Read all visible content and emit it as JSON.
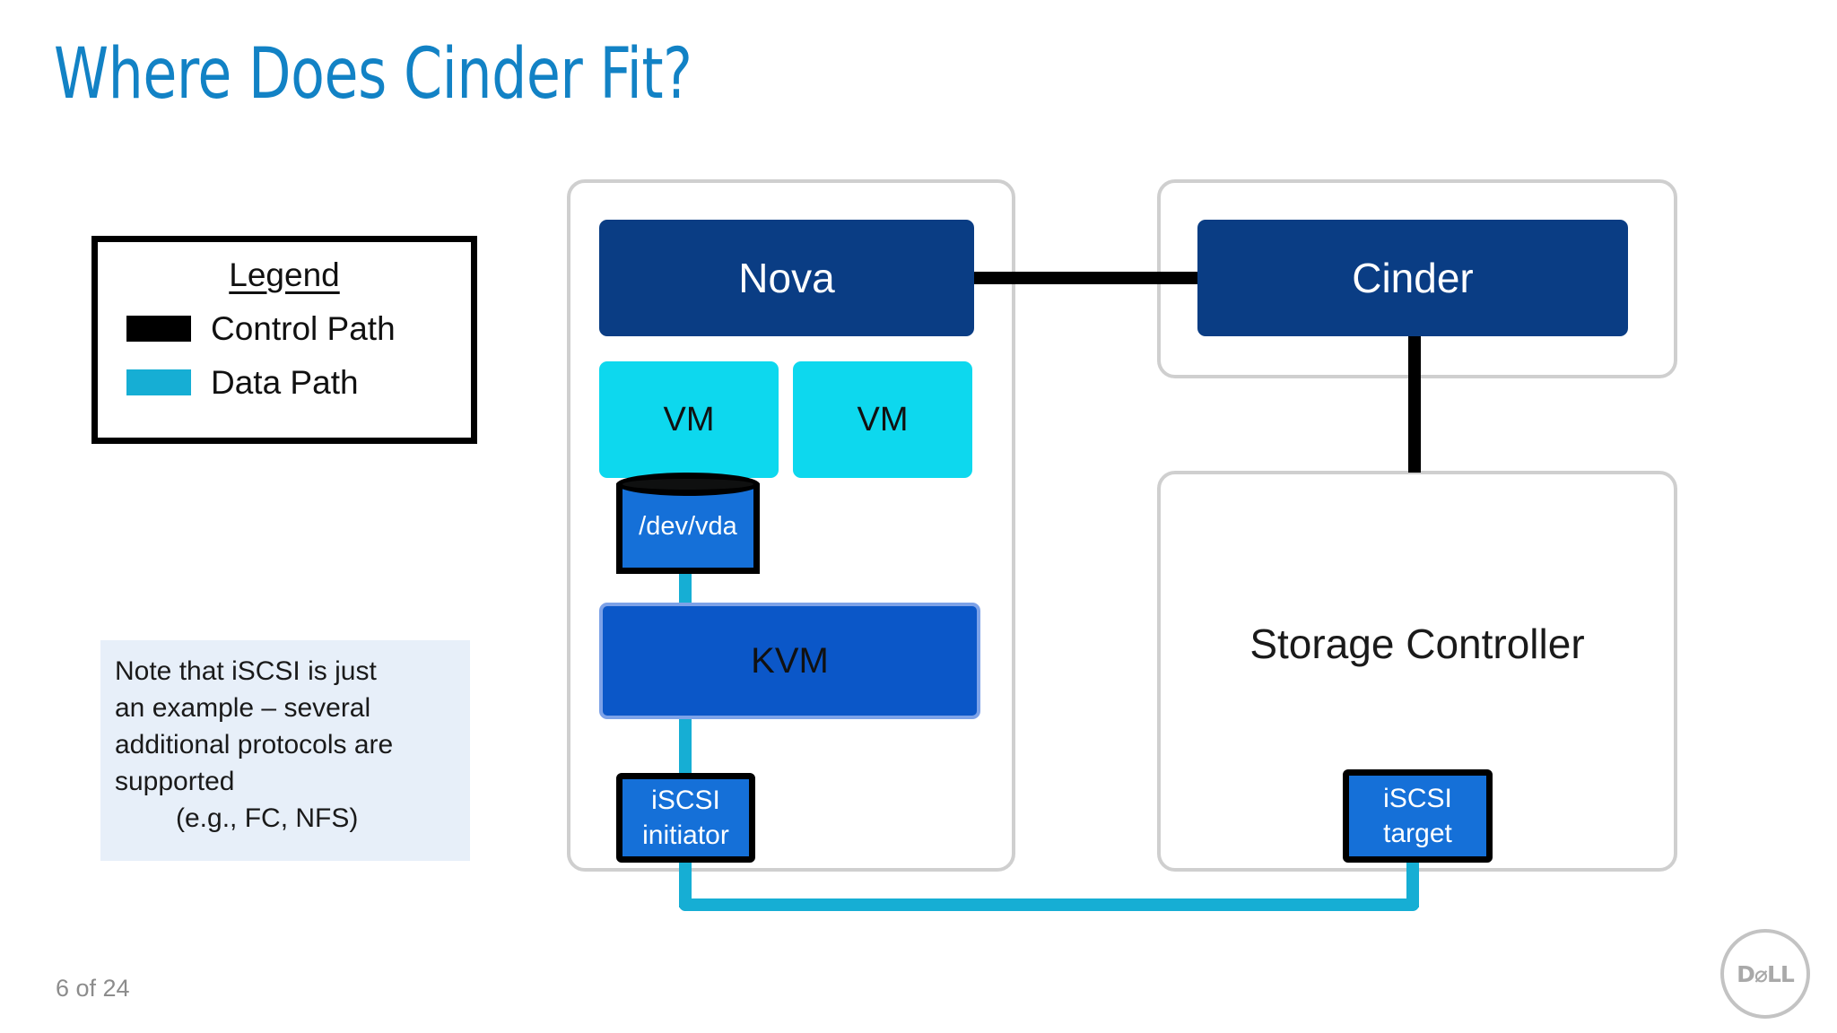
{
  "slide": {
    "title": "Where Does Cinder Fit?",
    "title_color": "#1282c5",
    "page_number": "6 of 24",
    "brand_logo_text": "D⌀LL"
  },
  "legend": {
    "title": "Legend",
    "items": [
      {
        "label": "Control Path",
        "color": "#000000"
      },
      {
        "label": "Data Path",
        "color": "#16aed4"
      }
    ]
  },
  "note": {
    "background_color": "#e7eff9",
    "lines": [
      "Note that iSCSI is just",
      "an example – several",
      "additional protocols are",
      "supported",
      "(e.g., FC, NFS)"
    ]
  },
  "diagram": {
    "compute_node": {
      "nova": {
        "label": "Nova",
        "color": "#0a3d84"
      },
      "vms": [
        {
          "label": "VM",
          "color": "#0dd8ee"
        },
        {
          "label": "VM",
          "color": "#0dd8ee"
        }
      ],
      "disk": {
        "label": "/dev/vda",
        "color": "#1570d8"
      },
      "hypervisor": {
        "label": "KVM",
        "color": "#0b57c8"
      },
      "initiator": {
        "label_line1": "iSCSI",
        "label_line2": "initiator",
        "color": "#1570d8"
      }
    },
    "control_node": {
      "cinder": {
        "label": "Cinder",
        "color": "#0a3d84"
      }
    },
    "storage_node": {
      "title": "Storage Controller",
      "target": {
        "label_line1": "iSCSI",
        "label_line2": "target",
        "color": "#1570d8"
      }
    },
    "connections": [
      {
        "from": "Nova",
        "to": "Cinder",
        "type": "Control Path",
        "color": "#000000"
      },
      {
        "from": "Cinder",
        "to": "Storage Controller",
        "type": "Control Path",
        "color": "#000000"
      },
      {
        "from": "/dev/vda",
        "to": "iSCSI initiator",
        "type": "Data Path",
        "color": "#16aed4"
      },
      {
        "from": "iSCSI initiator",
        "to": "iSCSI target",
        "type": "Data Path",
        "color": "#16aed4"
      }
    ]
  }
}
